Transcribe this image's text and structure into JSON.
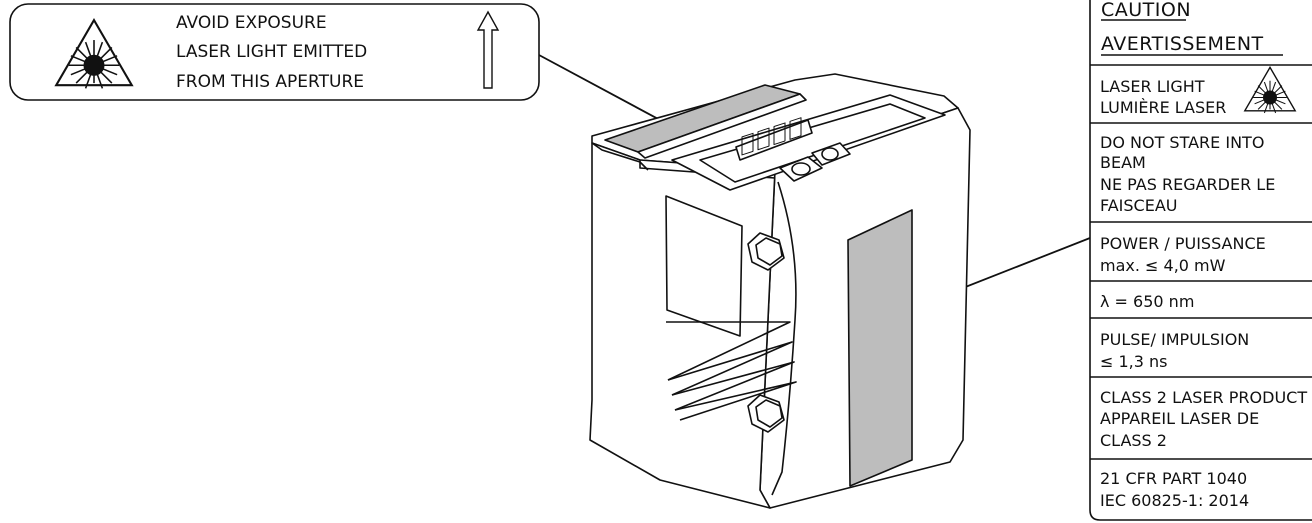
{
  "aperture_label": {
    "line1": "AVOID EXPOSURE",
    "line2": "LASER LIGHT EMITTED",
    "line3": "FROM THIS APERTURE"
  },
  "caution_label": {
    "title": "CAUTION",
    "title_fr": "AVERTISSEMENT",
    "laser_line1": "LASER LIGHT",
    "laser_line2": "LUMIÈRE LASER",
    "stare_line1": "DO NOT STARE INTO",
    "stare_line2": "BEAM",
    "stare_line3": "NE PAS REGARDER LE",
    "stare_line4": "FAISCEAU",
    "power_line1": "POWER / PUISSANCE",
    "power_line2": "max. ≤ 4,0 mW",
    "wavelength": "λ =  650 nm",
    "pulse_line1": "PULSE/ IMPULSION",
    "pulse_line2": "≤ 1,3 ns",
    "class_line1": "CLASS 2 LASER PRODUCT",
    "class_line2": "APPAREIL LASER DE",
    "class_line3": "CLASS 2",
    "std_line1": "21 CFR PART 1040",
    "std_line2": "IEC 60825-1: 2014"
  },
  "colors": {
    "line": "#111111",
    "aperture_fill": "#bdbdbd"
  },
  "icons": [
    "laser-warning-icon",
    "up-arrow-icon"
  ]
}
